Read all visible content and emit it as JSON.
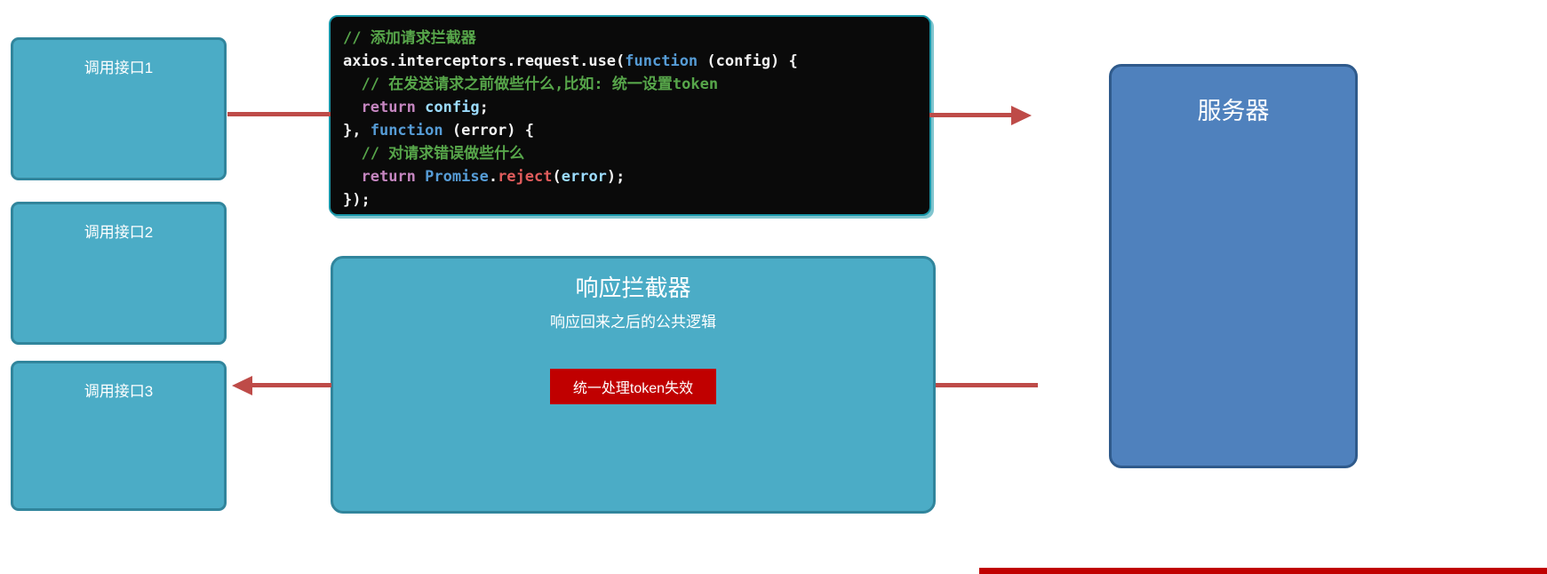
{
  "api_boxes": [
    {
      "label": "调用接口1"
    },
    {
      "label": "调用接口2"
    },
    {
      "label": "调用接口3"
    }
  ],
  "server": {
    "label": "服务器"
  },
  "response_box": {
    "title": "响应拦截器",
    "subtitle": "响应回来之后的公共逻辑",
    "badge": "统一处理token失效"
  },
  "code": {
    "lines": [
      [
        {
          "t": "// 添加请求拦截器",
          "c": "comment"
        }
      ],
      [
        {
          "t": "axios.interceptors.request.use(",
          "c": "plain"
        },
        {
          "t": "function",
          "c": "keyword"
        },
        {
          "t": " (config) {",
          "c": "plain"
        }
      ],
      [
        {
          "t": "  // 在发送请求之前做些什么,比如: 统一设置token",
          "c": "comment"
        }
      ],
      [
        {
          "t": "  ",
          "c": "plain"
        },
        {
          "t": "return",
          "c": "control"
        },
        {
          "t": " ",
          "c": "plain"
        },
        {
          "t": "config",
          "c": "var"
        },
        {
          "t": ";",
          "c": "plain"
        }
      ],
      [
        {
          "t": "}, ",
          "c": "plain"
        },
        {
          "t": "function",
          "c": "keyword"
        },
        {
          "t": " (error) {",
          "c": "plain"
        }
      ],
      [
        {
          "t": "  // 对请求错误做些什么",
          "c": "comment"
        }
      ],
      [
        {
          "t": "  ",
          "c": "plain"
        },
        {
          "t": "return",
          "c": "control"
        },
        {
          "t": " ",
          "c": "plain"
        },
        {
          "t": "Promise",
          "c": "class"
        },
        {
          "t": ".",
          "c": "plain"
        },
        {
          "t": "reject",
          "c": "func"
        },
        {
          "t": "(",
          "c": "plain"
        },
        {
          "t": "error",
          "c": "var"
        },
        {
          "t": ");",
          "c": "plain"
        }
      ],
      [
        {
          "t": "});",
          "c": "plain"
        }
      ]
    ]
  },
  "colors": {
    "teal_fill": "#4BACC6",
    "teal_border": "#31859C",
    "blue_fill": "#4F81BD",
    "blue_border": "#2F5A8B",
    "arrow": "#BE4B48",
    "badge_bg": "#C00000",
    "code_bg": "#0A0A0A",
    "code_border": "#1896A8"
  }
}
